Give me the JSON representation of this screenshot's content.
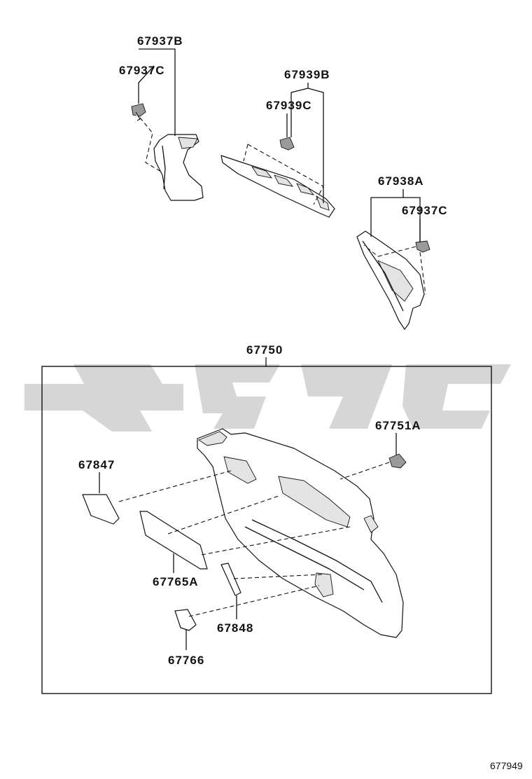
{
  "labels": {
    "p67937B": "67937B",
    "p67937C_top": "67937C",
    "p67939B": "67939B",
    "p67939C": "67939C",
    "p67938A": "67938A",
    "p67937C_right": "67937C",
    "p67750": "67750",
    "p67751A": "67751A",
    "p67847": "67847",
    "p67765A": "67765A",
    "p67848": "67848",
    "p67766": "67766"
  },
  "figure_ref": "677949",
  "colors": {
    "line": "#111111",
    "watermark": "#cfcfcf",
    "background": "#ffffff"
  }
}
